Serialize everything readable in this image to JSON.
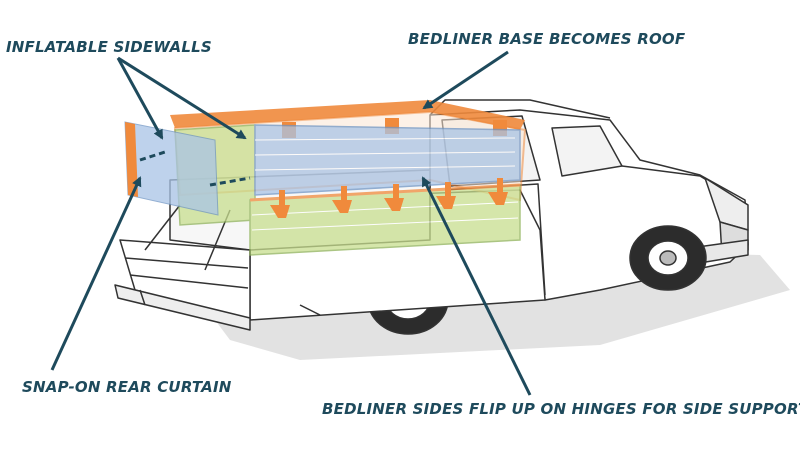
{
  "labels": {
    "inflatable_sidewalls": "INFLATABLE SIDEWALLS",
    "bedliner_base_roof": "BEDLINER BASE BECOMES ROOF",
    "snap_on_rear_curtain": "SNAP-ON REAR CURTAIN",
    "bedliner_sides_hinges": "BEDLINER SIDES FLIP UP ON HINGES FOR SIDE SUPPORTS"
  },
  "colors": {
    "label_text": "#1e4a5c",
    "leader_line": "#1e4a5c",
    "bedliner_orange": "#f08a3c",
    "inflatable_green": "#c8de8e",
    "inflatable_blue": "#a9c4e6",
    "truck_outline": "#333333",
    "ground_shadow": "#dcdcdc"
  },
  "icons": {
    "truck": "pickup-truck-illustration",
    "arrow": "arrowhead-icon"
  }
}
